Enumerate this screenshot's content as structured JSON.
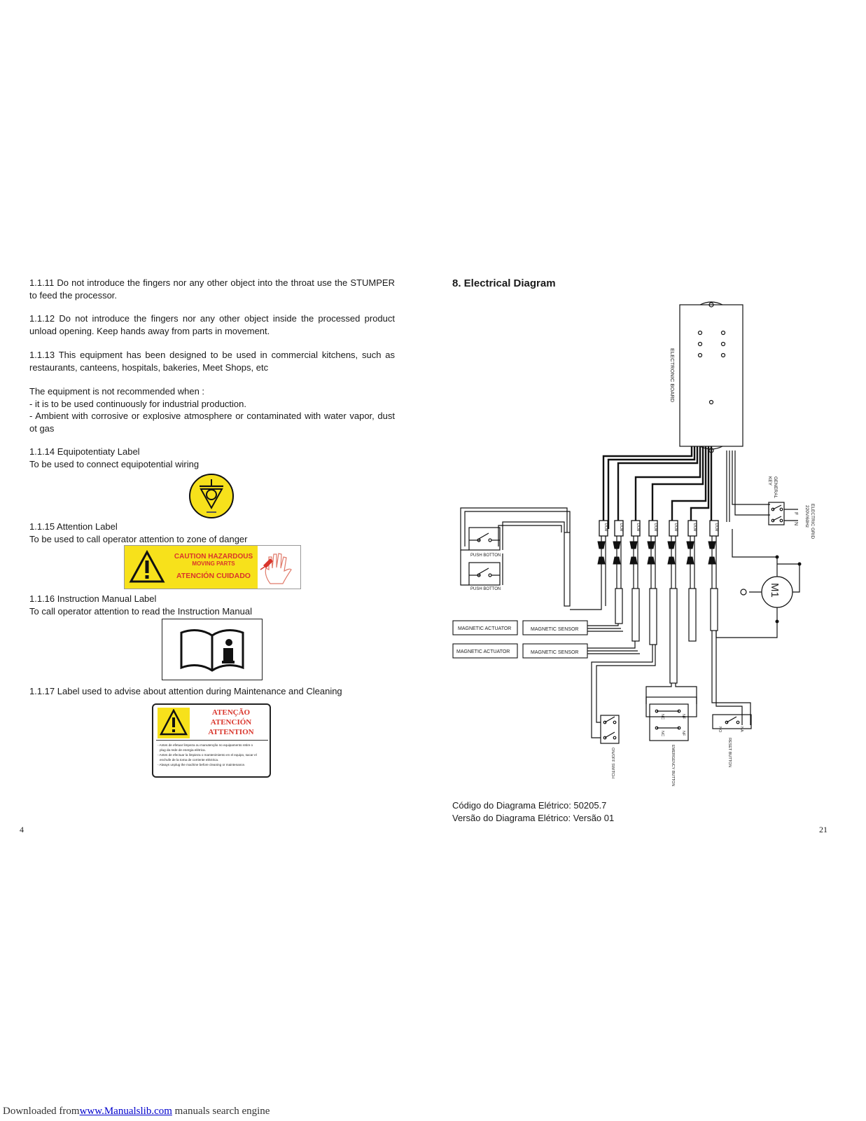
{
  "left_page": {
    "p1111": "1.1.11 Do not introduce the fingers nor any other object into the throat use the STUMPER to feed the processor.",
    "p1112": "1.1.12 Do not introduce the fingers nor any other object inside the processed product unload opening. Keep hands away from parts in movement.",
    "p1113": "1.1.13 This equipment has been designed to be used in commercial kitchens, such as restaurants, canteens, hospitals, bakeries, Meet Shops, etc",
    "not_rec_title": "The equipment is not recommended when :",
    "not_rec_1": "- it is to be used continuously for industrial production.",
    "not_rec_2": "- Ambient with corrosive or explosive atmosphere or contaminated with water vapor, dust ot gas",
    "h1114": "1.1.14 Equipotentiaty Label",
    "d1114": "To be used to connect equipotential wiring",
    "h1115": "1.1.15 Attention Label",
    "d1115": "To be used to call operator attention to zone of danger",
    "h1116": "1.1.16 Instruction Manual Label",
    "d1116": "To call operator attention to read the Instruction Manual",
    "h1117": "1.1.17 Label used to advise about attention during Maintenance and Cleaning",
    "page_number": "4"
  },
  "labels": {
    "caution_line1": "CAUTION  HAZARDOUS",
    "caution_line2": "MOVING PARTS",
    "caution_line3": "ATENCIÓN  CUIDADO",
    "maint_pt": "ATENÇÃO",
    "maint_es": "ATENCIÓN",
    "maint_en": "ATTENTION",
    "maint_b1": "- Antes de efetuar  limpeza ou  manutenção no equipamento retire o",
    "maint_b1b": "plug da rede de energia elétrica.",
    "maint_b2": "- Antes de efectuar la limpieza o mantenimiento en el equipo, sacar el",
    "maint_b2b": "enchufe de la toma de corriente eléctrica.",
    "maint_b3": "- Always unplug the machine before cleaning or maintenance."
  },
  "right_page": {
    "title": "8. Electrical Diagram",
    "code_line": "Código do Diagrama Elétrico: 50205.7",
    "version_line": "Versão do Diagrama Elétrico: Versão 01",
    "page_number": "21"
  },
  "diagram": {
    "electronic_board": "ELECTRONIC BOARD",
    "general_key_1": "GENERAL",
    "general_key_2": "KEY",
    "grid_1": "ELECTRIC GRID",
    "grid_2": "220V/60Hz",
    "grid_f": "F",
    "grid_n": "N",
    "push_button_1": "PUSH BOTTON",
    "push_button_2": "PUSH BOTTON",
    "magnetic_actuator_1": "MAGNETIC ACTUATOR",
    "magnetic_actuator_2": "MAGNETIC ACTUATOR",
    "magnetic_sensor_1": "MAGNETIC SENSOR",
    "magnetic_sensor_2": "MAGNETIC SENSOR",
    "motor": "M1",
    "onoff_switch": "ON/OFF SWITCH",
    "emergency_button": "EMERGENCY BUTTON",
    "reset_button": "RESET BUTTON",
    "nf": "NF",
    "nc": "NC",
    "na": "NA",
    "no": "NO"
  },
  "footer": {
    "prefix": "Downloaded from",
    "link": "www.Manualslib.com",
    "suffix": "manuals search engine"
  },
  "colors": {
    "yellow": "#f7e11b",
    "red": "#d9342b",
    "link": "#0000cc"
  }
}
